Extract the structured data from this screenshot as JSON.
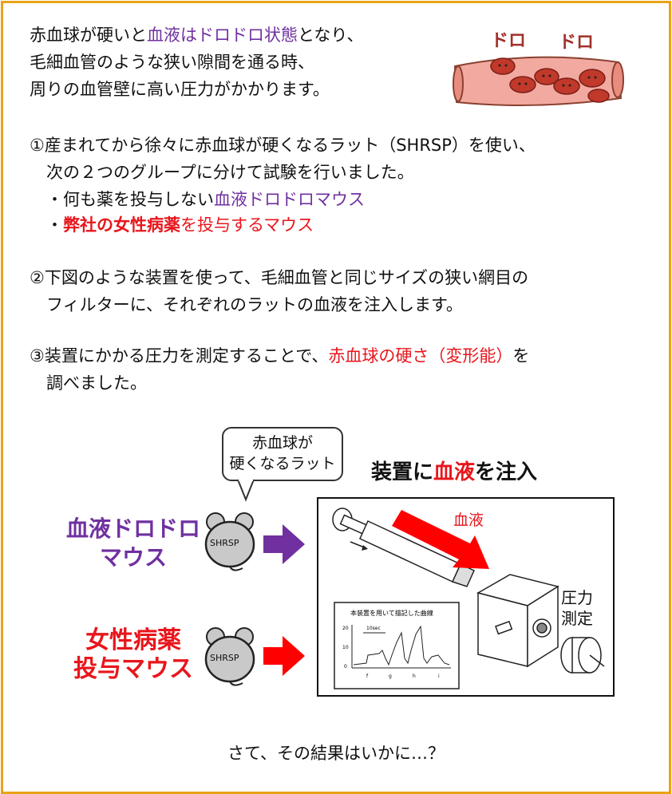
{
  "intro": {
    "line1_a": "赤血球が硬いと",
    "line1_b": "血液はドロドロ状態",
    "line1_c": "となり、",
    "line2": "毛細血管のような狭い隙間を通る時、",
    "line3": "周りの血管壁に高い圧力がかかります。",
    "illustration_text_1": "ドロ",
    "illustration_text_2": "ドロ"
  },
  "step1": {
    "line1": "①産まれてから徐々に赤血球が硬くなるラット（SHRSP）を使い、",
    "line2": "次の２つのグループに分けて試験を行いました。",
    "bullet1_a": "・何も薬を投与しない",
    "bullet1_b": "血液ドロドロマウス",
    "bullet2_a": "・",
    "bullet2_b": "弊社の女性病薬",
    "bullet2_c": "を投与するマウス"
  },
  "step2": {
    "line1": "②下図のような装置を使って、毛細血管と同じサイズの狭い網目の",
    "line2": "フィルターに、それぞれのラットの血液を注入します。"
  },
  "step3": {
    "line1_a": "③装置にかかる圧力を測定することで、",
    "line1_b": "赤血球の硬さ（変形能）",
    "line1_c": "を",
    "line2": "調べました。"
  },
  "diagram": {
    "bubble_line1": "赤血球が",
    "bubble_line2": "硬くなるラット",
    "title_a": "装置に",
    "title_b": "血液",
    "title_c": "を注入",
    "group1_line1": "血液ドロドロ",
    "group1_line2": "マウス",
    "group2_line1": "女性病薬",
    "group2_line2": "投与マウス",
    "mouse_label": "SHRSP",
    "blood_label": "血液",
    "pressure_line1": "圧力",
    "pressure_line2": "測定",
    "graph_title": "本装置を用いて描記した曲線",
    "graph_unit": "10sec",
    "graph_y_ticks": [
      "20",
      "10",
      "0"
    ],
    "graph_x_ticks": [
      "f",
      "g",
      "h",
      "i"
    ]
  },
  "footer": {
    "text": "さて、その結果はいかに…？"
  },
  "colors": {
    "border": "#e8a317",
    "purple": "#7030a0",
    "red": "#e8161c"
  }
}
